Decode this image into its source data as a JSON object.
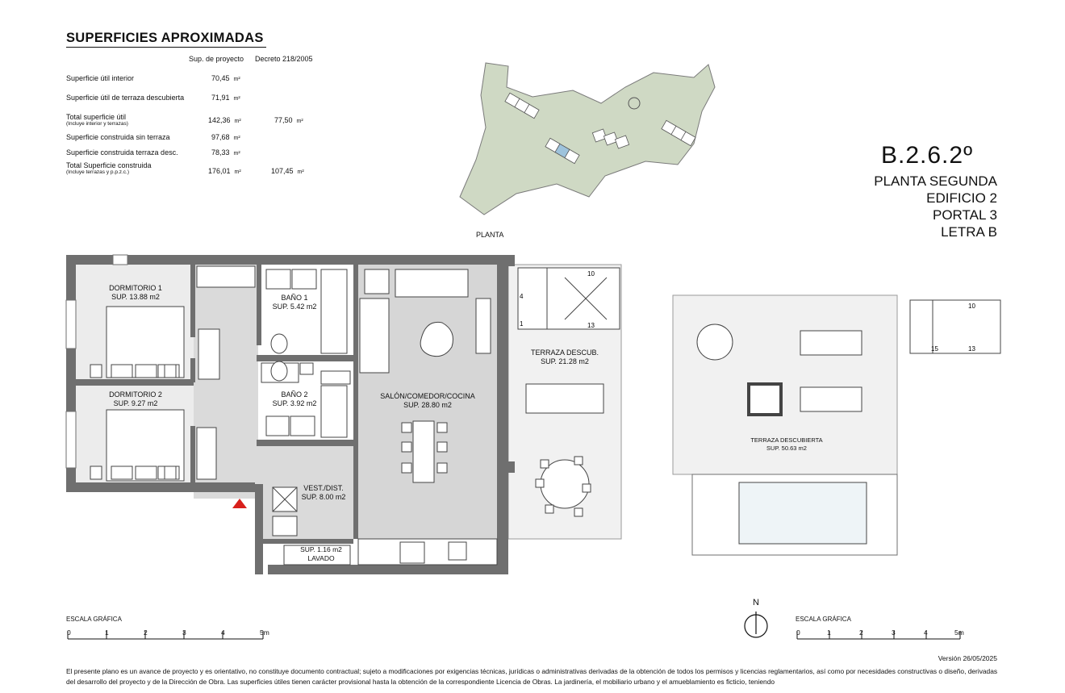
{
  "areas": {
    "title": "SUPERFICIES APROXIMADAS",
    "col_project": "Sup. de proyecto",
    "col_decree": "Decreto 218/2005",
    "rows": [
      {
        "label": "Superficie útil interior",
        "note": "",
        "project": "70,45",
        "project_unit": "m²",
        "decree": "",
        "decree_unit": ""
      },
      {
        "label": "Superficie útil de terraza descubierta",
        "note": "",
        "project": "71,91",
        "project_unit": "m²",
        "decree": "",
        "decree_unit": ""
      },
      {
        "label": "Total superficie útil",
        "note": "(Incluye interior y terrazas)",
        "project": "142,36",
        "project_unit": "m²",
        "decree": "77,50",
        "decree_unit": "m²"
      },
      {
        "label": "Superficie construida sin terraza",
        "note": "",
        "project": "97,68",
        "project_unit": "m²",
        "decree": "",
        "decree_unit": ""
      },
      {
        "label": "Superficie construida terraza desc.",
        "note": "",
        "project": "78,33",
        "project_unit": "m²",
        "decree": "",
        "decree_unit": ""
      },
      {
        "label": "Total Superficie construida",
        "note": "(Incluye terrazas y p.p.z.c.)",
        "project": "176,01",
        "project_unit": "m²",
        "decree": "107,45",
        "decree_unit": "m²"
      }
    ]
  },
  "unit": {
    "code": "B.2.6.2º",
    "floor": "PLANTA SEGUNDA",
    "building": "EDIFICIO 2",
    "portal": "PORTAL  3",
    "letter": "LETRA B"
  },
  "plan_title": "PLANTA",
  "rooms": {
    "dorm1": {
      "name": "DORMITORIO 1",
      "area": "SUP. 13.88 m2"
    },
    "bano1": {
      "name": "BAÑO 1",
      "area": "SUP. 5.42 m2"
    },
    "dorm2": {
      "name": "DORMITORIO 2",
      "area": "SUP. 9.27 m2"
    },
    "bano2": {
      "name": "BAÑO 2",
      "area": "SUP. 3.92 m2"
    },
    "salon": {
      "name": "SALÓN/COMEDOR/COCINA",
      "area": "SUP. 28.80 m2"
    },
    "vest": {
      "name": "VEST./DIST.",
      "area": "SUP. 8.00 m2"
    },
    "lavado": {
      "name": "LAVADO",
      "area": "SUP. 1.16 m2"
    },
    "terraza": {
      "name": "TERRAZA DESCUB.",
      "area": "SUP. 21.28 m2"
    },
    "terraza2": {
      "name": "TERRAZA DESCUBIERTA",
      "area": "SUP. 50.63 m2"
    }
  },
  "stairs_numbers": [
    "10",
    "4",
    "1",
    "13",
    "10",
    "15",
    "13"
  ],
  "scale": {
    "label": "ESCALA GRÁFICA",
    "ticks": [
      "0",
      "1",
      "2",
      "3",
      "4",
      "5m"
    ]
  },
  "north": "N",
  "version": "Versión 26/05/2025",
  "disclaimer": "El presente plano es un avance de proyecto y es orientativo, no constituye documento contractual; sujeto a modificaciones por exigencias técnicas, jurídicas o administrativas derivadas de la obtención de todos los permisos y licencias reglamentarios, así como por necesidades constructivas o diseño, derivadas del desarrollo del proyecto y de la Dirección de Obra. Las superficies útiles tienen carácter provisional hasta la obtención de la correspondiente Licencia de Obras. La jardinería, el mobiliario urbano y el amueblamiento es ficticio, teniendo",
  "colors": {
    "wall": "#6f6f6f",
    "wall_dark": "#4a4a4a",
    "floor_light": "#ececec",
    "floor_grey": "#d6d6d6",
    "site_green": "#cfd9c4",
    "entrance": "#d8201c",
    "highlight": "#9ec3dc"
  }
}
